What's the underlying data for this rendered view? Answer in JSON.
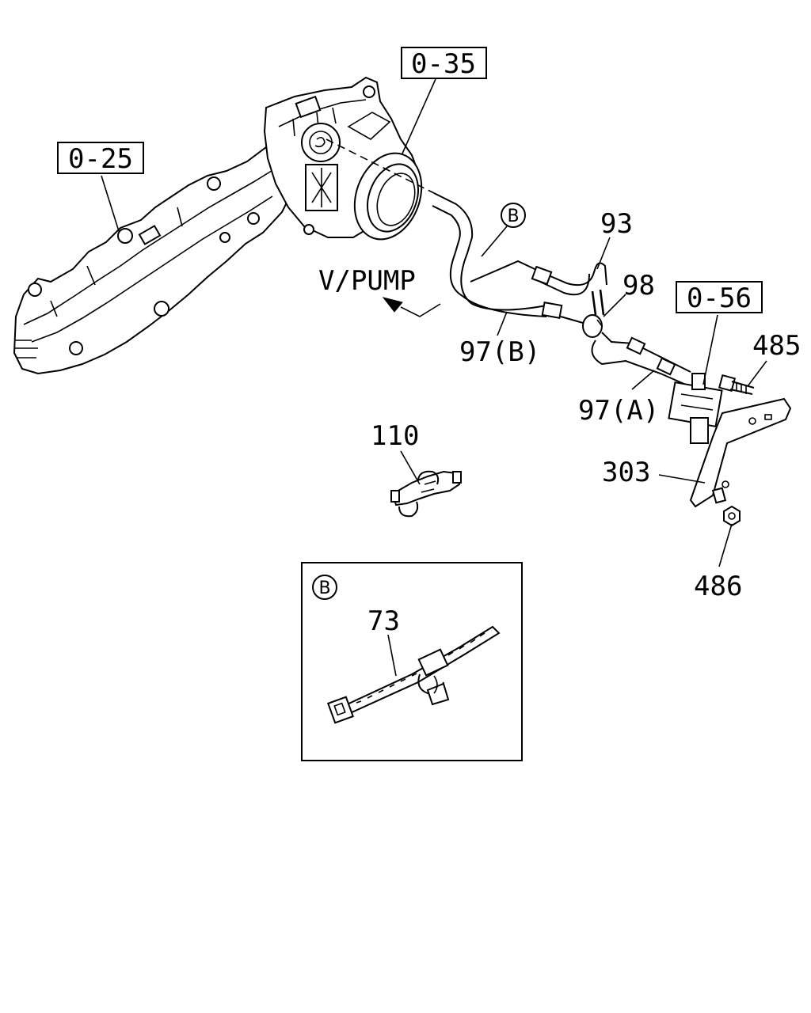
{
  "ref_boxes": {
    "ref_0_35": "0-35",
    "ref_0_25": "0-25",
    "ref_0_56": "0-56"
  },
  "part_labels": {
    "p93": "93",
    "p98": "98",
    "p97b": "97(B)",
    "p97a": "97(A)",
    "p485": "485",
    "p303": "303",
    "p486": "486",
    "p110": "110",
    "p73": "73"
  },
  "circle_markers": {
    "marker_b_main": "B",
    "marker_b_detail": "B"
  },
  "direction_label": "V/PUMP"
}
